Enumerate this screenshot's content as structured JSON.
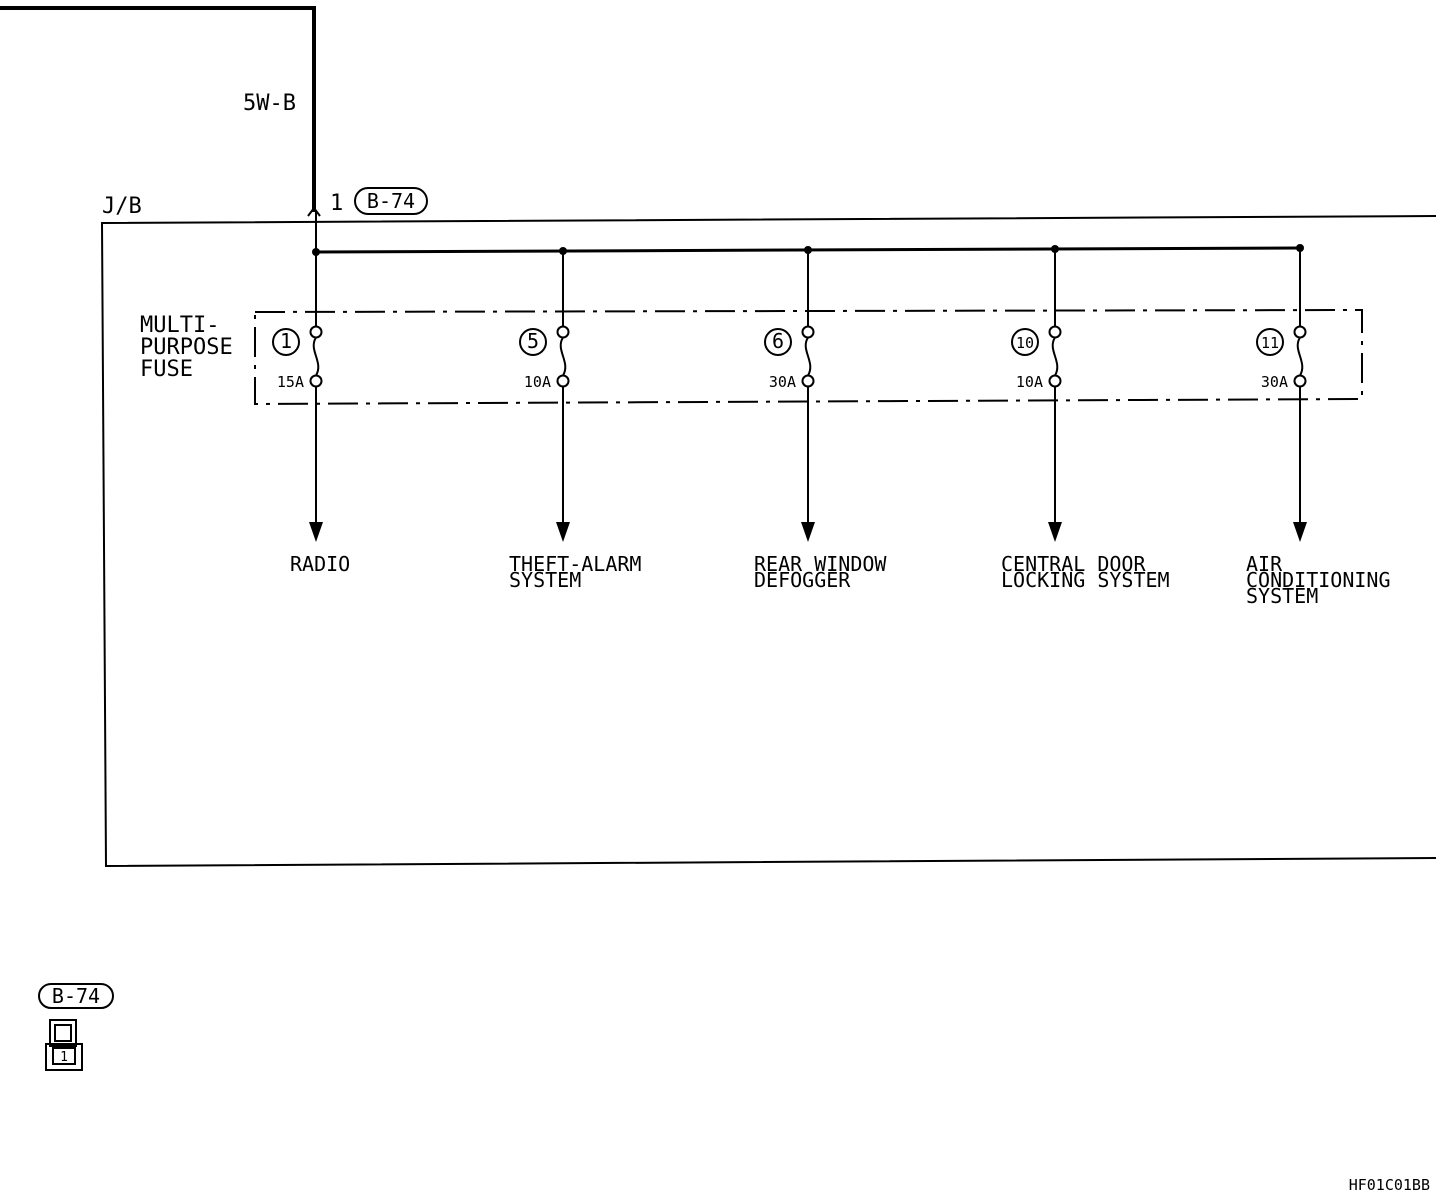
{
  "wire_label": "5W-B",
  "jb_label": "J/B",
  "connector": {
    "pin": "1",
    "id": "B-74"
  },
  "fuse_block": {
    "title_lines": [
      "MULTI-",
      "PURPOSE",
      "FUSE"
    ]
  },
  "fuses": [
    {
      "number": "1",
      "rating": "15A",
      "load_lines": [
        "RADIO"
      ]
    },
    {
      "number": "5",
      "rating": "10A",
      "load_lines": [
        "THEFT-ALARM",
        "SYSTEM"
      ]
    },
    {
      "number": "6",
      "rating": "30A",
      "load_lines": [
        "REAR WINDOW",
        "DEFOGGER"
      ]
    },
    {
      "number": "10",
      "rating": "10A",
      "load_lines": [
        "CENTRAL DOOR",
        "LOCKING SYSTEM"
      ]
    },
    {
      "number": "11",
      "rating": "30A",
      "load_lines": [
        "AIR",
        "CONDITIONING",
        "SYSTEM"
      ]
    }
  ],
  "legend": {
    "connector_id": "B-74",
    "pin": "1"
  },
  "figure_code": "HF01C01BB"
}
